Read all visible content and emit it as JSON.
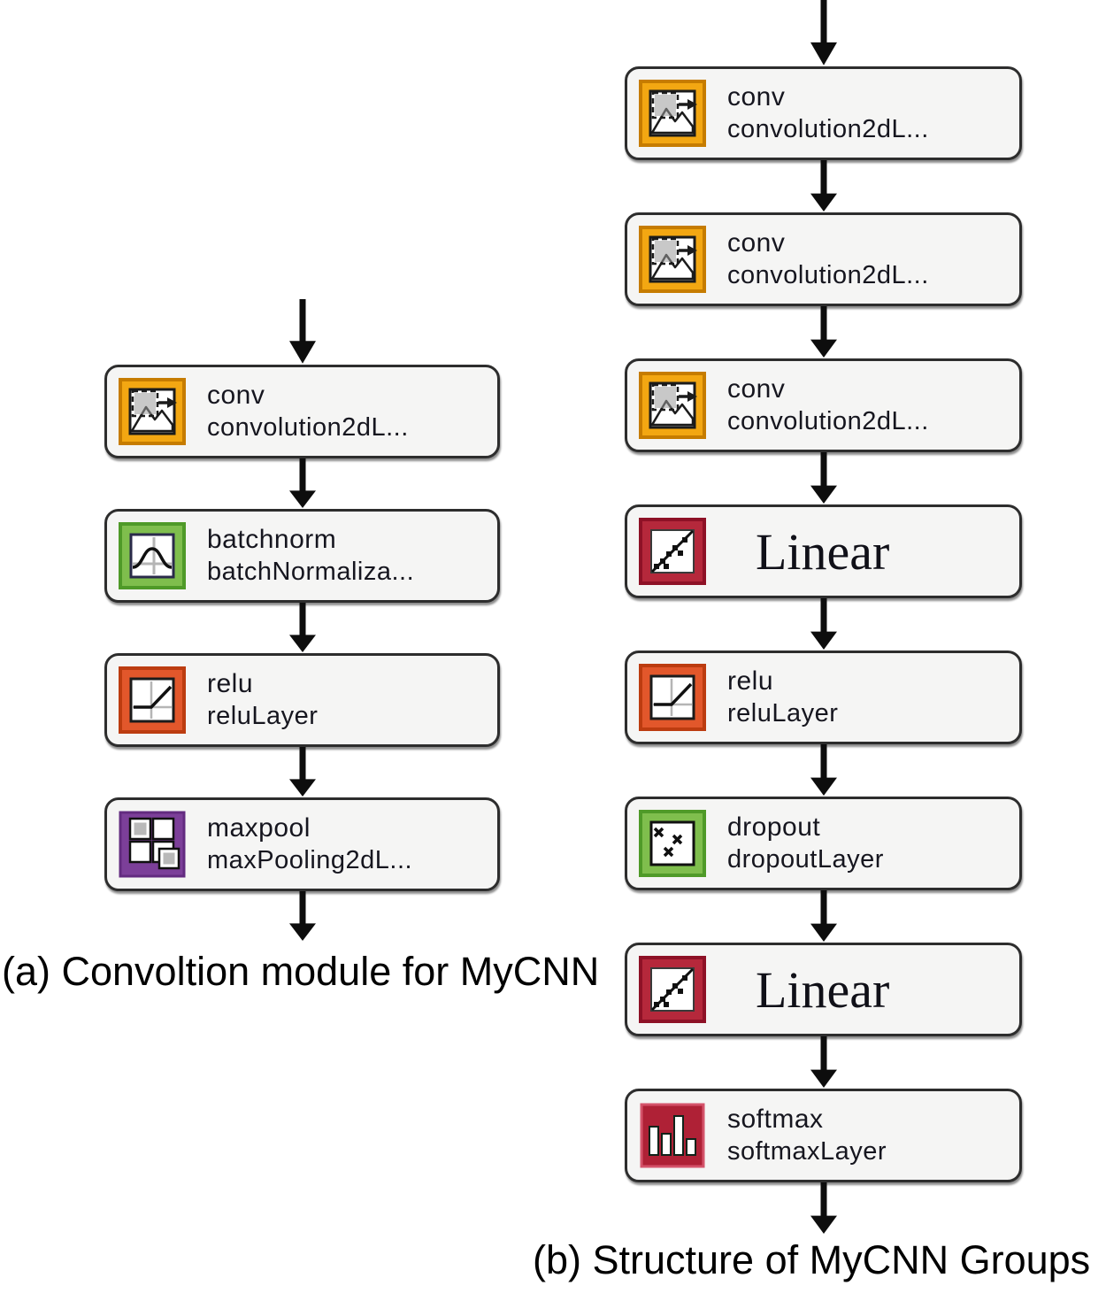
{
  "captions": {
    "a": "(a) Convoltion module for MyCNN",
    "b": "(b) Structure of MyCNN Groups"
  },
  "module_a": {
    "blocks": [
      {
        "icon": "conv-image-icon",
        "title": "conv",
        "subtitle": "convolution2dL..."
      },
      {
        "icon": "batchnorm-curve-icon",
        "title": "batchnorm",
        "subtitle": "batchNormaliza..."
      },
      {
        "icon": "relu-graph-icon",
        "title": "relu",
        "subtitle": "reluLayer"
      },
      {
        "icon": "maxpool-grid-icon",
        "title": "maxpool",
        "subtitle": "maxPooling2dL..."
      }
    ]
  },
  "module_b": {
    "blocks": [
      {
        "icon": "conv-image-icon",
        "title": "conv",
        "subtitle": "convolution2dL..."
      },
      {
        "icon": "conv-image-icon",
        "title": "conv",
        "subtitle": "convolution2dL..."
      },
      {
        "icon": "conv-image-icon",
        "title": "conv",
        "subtitle": "convolution2dL..."
      },
      {
        "icon": "linear-scatter-icon",
        "title": "Linear"
      },
      {
        "icon": "relu-graph-icon",
        "title": "relu",
        "subtitle": "reluLayer"
      },
      {
        "icon": "dropout-x-icon",
        "title": "dropout",
        "subtitle": "dropoutLayer"
      },
      {
        "icon": "linear-scatter-icon",
        "title": "Linear"
      },
      {
        "icon": "softmax-bars-icon",
        "title": "softmax",
        "subtitle": "softmaxLayer"
      }
    ]
  },
  "colors": {
    "conv_border": "#F3A712",
    "batchnorm_border": "#7FBE4D",
    "relu_border": "#E2572B",
    "maxpool_fill": "#7C3F99",
    "linear_border": "#B5283B",
    "dropout_border": "#7FBE4D",
    "softmax_fill": "#AF2136",
    "block_background": "#F5F5F4",
    "block_border": "#2D2D2D",
    "arrow": "#0D0D0D",
    "text": "#16161F"
  }
}
